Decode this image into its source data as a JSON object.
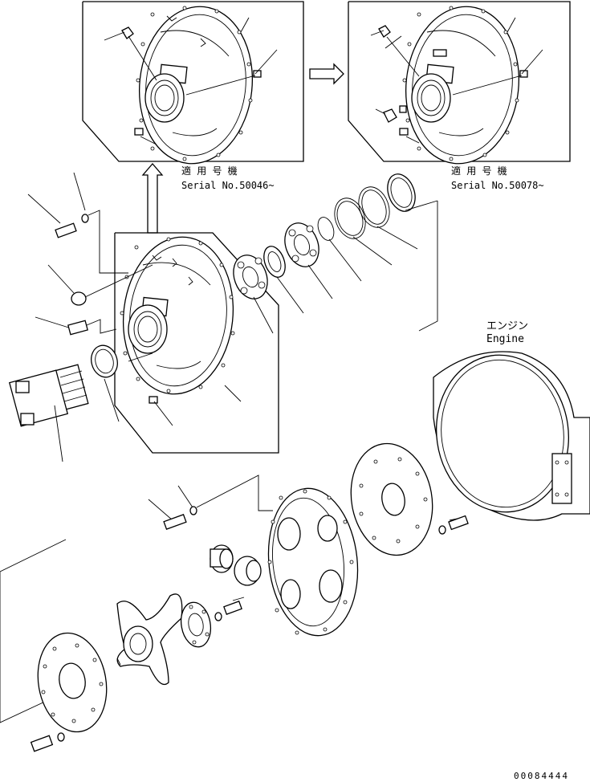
{
  "labels": {
    "applicable_jp_1": "適 用 号 機",
    "serial_1": "Serial No.50046~",
    "applicable_jp_2": "適 用 号 機",
    "serial_2": "Serial No.50078~",
    "engine_jp": "エンジン",
    "engine_en": "Engine",
    "doc_number": "00084444"
  }
}
